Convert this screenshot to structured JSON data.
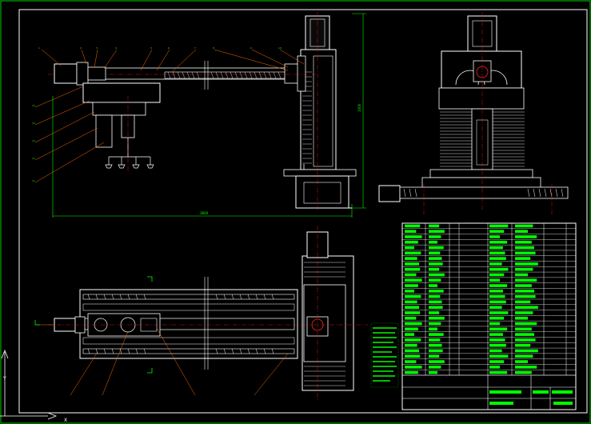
{
  "drawing": {
    "type": "mechanical assembly drawing",
    "background": "#000000",
    "line_color": "#ffffff",
    "annotation_color": "#00ff00",
    "leader_color": "#ff6a00",
    "centerline_color": "#ff2020",
    "views": [
      "front-view",
      "side-view",
      "top-view"
    ],
    "front_view_dimensions": {
      "height": "1000",
      "length": "3800"
    },
    "title_block_rows": 28,
    "title_block_columns": 7
  }
}
